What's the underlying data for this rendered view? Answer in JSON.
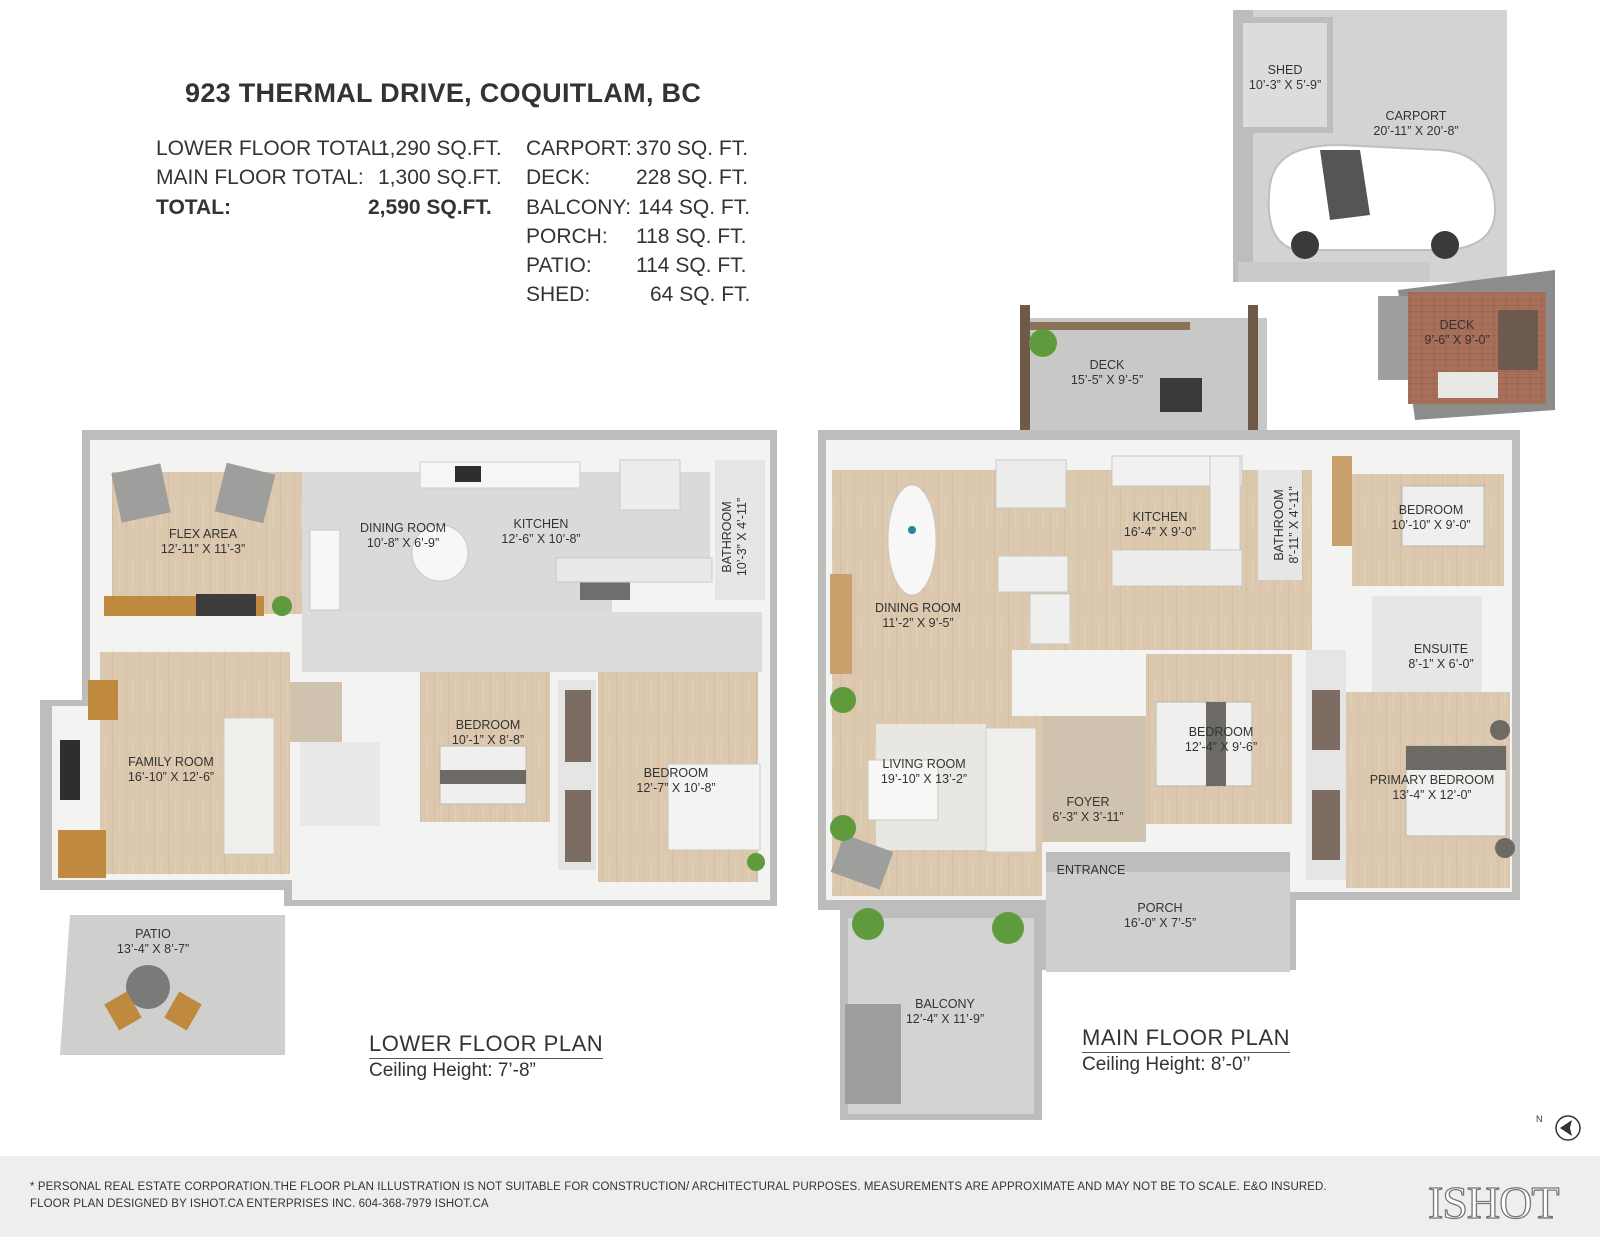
{
  "title": "923 THERMAL DRIVE, COQUITLAM, BC",
  "area_summary": {
    "left_column": [
      {
        "label": "LOWER FLOOR TOTAL:",
        "value": "1,290 SQ.FT.",
        "bold": false
      },
      {
        "label": "MAIN FLOOR TOTAL:",
        "value": "1,300 SQ.FT.",
        "bold": false
      },
      {
        "label": "TOTAL:",
        "value": "2,590 SQ.FT.",
        "bold": true
      }
    ],
    "right_column": [
      {
        "label": "CARPORT:",
        "value": "370 SQ. FT."
      },
      {
        "label": "DECK:",
        "value": "228 SQ. FT."
      },
      {
        "label": "BALCONY:",
        "value": "144 SQ. FT."
      },
      {
        "label": "PORCH:",
        "value": "118 SQ. FT."
      },
      {
        "label": "PATIO:",
        "value": "114 SQ. FT."
      },
      {
        "label": "SHED:",
        "value": "64 SQ. FT."
      }
    ]
  },
  "lower_floor": {
    "name": "LOWER FLOOR PLAN",
    "ceiling": "Ceiling Height: 7’-8”",
    "rooms": [
      {
        "name": "FLEX AREA",
        "dims": "12’-11” X 11’-3”"
      },
      {
        "name": "DINING ROOM",
        "dims": "10’-8” X 6’-9”"
      },
      {
        "name": "KITCHEN",
        "dims": "12’-6” X 10’-8”"
      },
      {
        "name": "BATHROOM",
        "dims": "10’-3” X 4’-11”"
      },
      {
        "name": "FAMILY ROOM",
        "dims": "16’-10” X 12’-6”"
      },
      {
        "name": "BEDROOM",
        "dims": "10’-1” X 8’-8”"
      },
      {
        "name": "BEDROOM",
        "dims": "12’-7” X 10’-8”"
      },
      {
        "name": "PATIO",
        "dims": "13’-4” X 8’-7”"
      }
    ]
  },
  "main_floor": {
    "name": "MAIN FLOOR PLAN",
    "ceiling": "Ceiling Height: 8’-0’’",
    "rooms": [
      {
        "name": "SHED",
        "dims": "10’-3” X 5’-9”"
      },
      {
        "name": "CARPORT",
        "dims": "20’-11” X 20’-8”"
      },
      {
        "name": "DECK",
        "dims": "15’-5” X 9’-5”"
      },
      {
        "name": "DECK",
        "dims": "9’-6” X 9’-0”"
      },
      {
        "name": "KITCHEN",
        "dims": "16’-4” X 9’-0”"
      },
      {
        "name": "BATHROOM",
        "dims": "8’-11” X 4’-11”"
      },
      {
        "name": "BEDROOM",
        "dims": "10’-10” X 9’-0”"
      },
      {
        "name": "DINING ROOM",
        "dims": "11’-2” X 9’-5”"
      },
      {
        "name": "ENSUITE",
        "dims": "8’-1” X 6’-0”"
      },
      {
        "name": "LIVING ROOM",
        "dims": "19’-10” X 13’-2”"
      },
      {
        "name": "BEDROOM",
        "dims": "12’-4” X 9’-6”"
      },
      {
        "name": "PRIMARY BEDROOM",
        "dims": "13’-4” X 12’-0”"
      },
      {
        "name": "FOYER",
        "dims": "6’-3” X 3’-11”"
      },
      {
        "name": "ENTRANCE",
        "dims": ""
      },
      {
        "name": "PORCH",
        "dims": "16’-0” X 7’-5”"
      },
      {
        "name": "BALCONY",
        "dims": "12’-4” X 11’-9”"
      }
    ]
  },
  "footer": {
    "line1": "* PERSONAL REAL ESTATE CORPORATION.THE FLOOR PLAN ILLUSTRATION IS NOT SUITABLE FOR CONSTRUCTION/ ARCHITECTURAL PURPOSES. MEASUREMENTS ARE APPROXIMATE AND MAY NOT BE TO SCALE. E&O INSURED.",
    "line2": "FLOOR PLAN DESIGNED BY ISHOT.CA ENTERPRISES INC. 604-368-7979  ISHOT.CA",
    "logo": "ISHOT",
    "compass_label": "N"
  },
  "colors": {
    "wall": "#f4f4f2",
    "wall_shadow": "#c9c9c7",
    "wood_floor": "#d9c6ad",
    "tile_floor": "#dcdcda",
    "exterior": "#c8c8c6",
    "deck_brick": "#a86e57",
    "accent_green": "#6f9a3c"
  }
}
